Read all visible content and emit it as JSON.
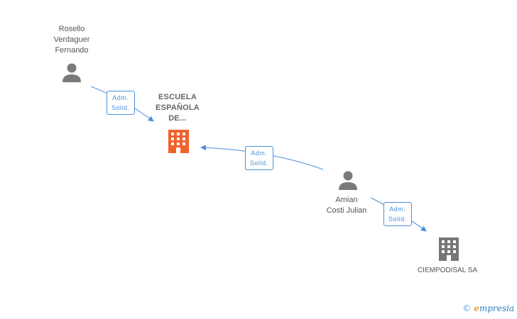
{
  "colors": {
    "edge": "#4a90d9",
    "person": "#7a7a7a",
    "company": "#777777",
    "focus_company": "#f0622e"
  },
  "nodes": {
    "person1": {
      "label": "Rosello\nVerdaguer\nFernando",
      "icon": "person-icon"
    },
    "focus_company": {
      "label": "ESCUELA\nESPAÑOLA\nDE...",
      "icon": "building-icon"
    },
    "person2": {
      "label": "Amian\nCosti Julian",
      "icon": "person-icon"
    },
    "company2": {
      "label": "CIEMPODISAL SA",
      "icon": "building-icon"
    }
  },
  "edges": [
    {
      "from": "person1",
      "to": "focus_company",
      "label": "Adm.\nSolid."
    },
    {
      "from": "person2",
      "to": "focus_company",
      "label": "Adm.\nSolid."
    },
    {
      "from": "person2",
      "to": "company2",
      "label": "Adm.\nSolid."
    }
  ],
  "watermark": {
    "copyright": "©",
    "brand_initial": "e",
    "brand_rest": "mpresia"
  }
}
